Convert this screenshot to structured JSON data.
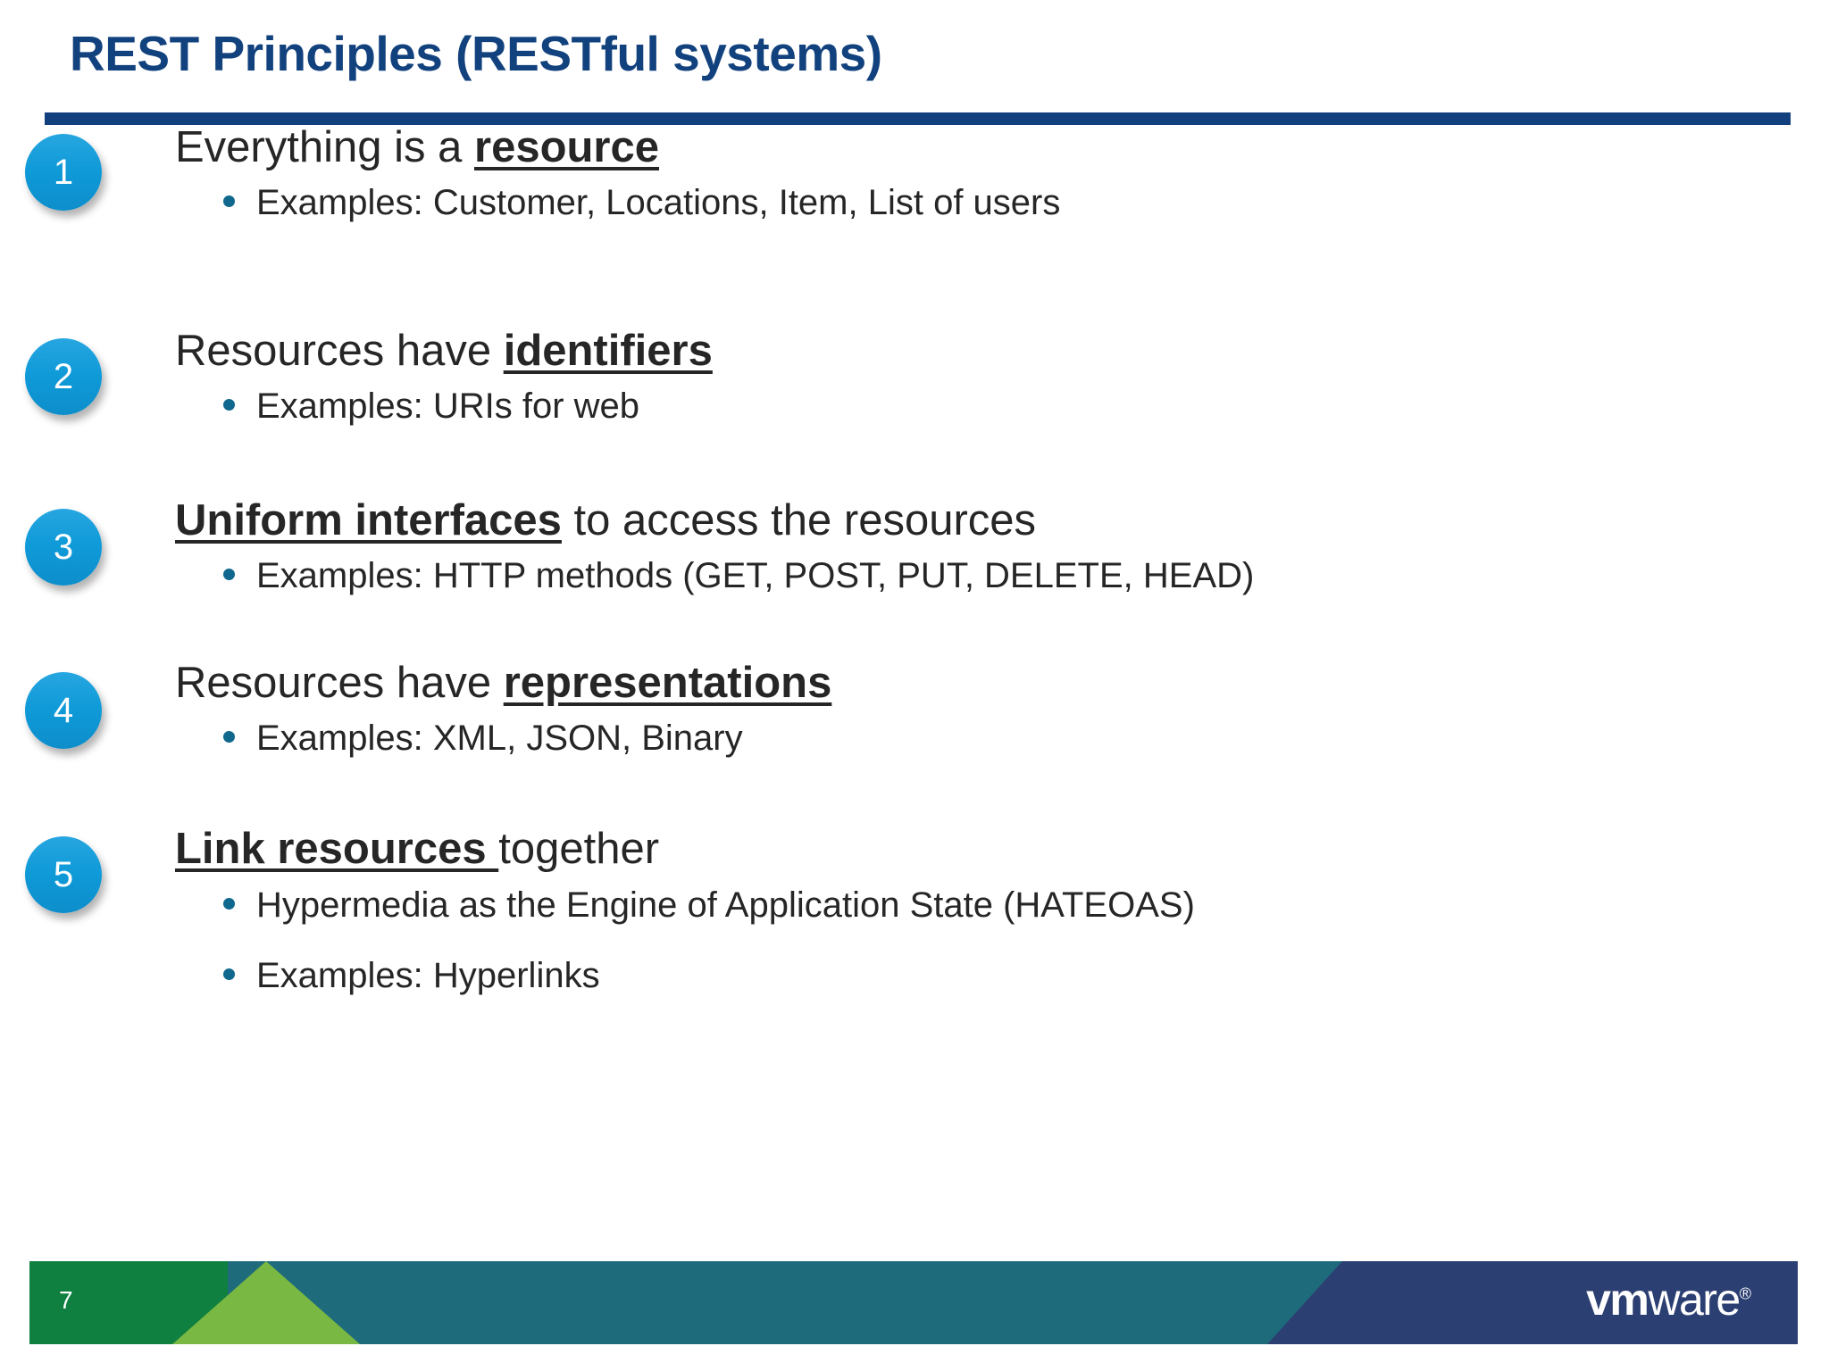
{
  "slide": {
    "title": "REST Principles (RESTful systems)",
    "accent_navy": "#123f7d",
    "accent_blue": "#0f9ad8",
    "bullet_color": "#10688f",
    "text_color": "#262626"
  },
  "principles": [
    {
      "number": "1",
      "headline_before": "Everything is a ",
      "headline_emphasis": "resource",
      "headline_after": "",
      "bullets": [
        "Examples: Customer, Locations, Item, List of users"
      ]
    },
    {
      "number": "2",
      "headline_before": "Resources have ",
      "headline_emphasis": "identifiers",
      "headline_after": "",
      "bullets": [
        "Examples: URIs for web"
      ]
    },
    {
      "number": "3",
      "headline_before": "",
      "headline_emphasis": "Uniform interfaces",
      "headline_after": " to access the resources",
      "bullets": [
        "Examples: HTTP methods (GET, POST, PUT, DELETE, HEAD)"
      ]
    },
    {
      "number": "4",
      "headline_before": "Resources have ",
      "headline_emphasis": "representations",
      "headline_after": "",
      "bullets": [
        "Examples: XML, JSON, Binary"
      ]
    },
    {
      "number": "5",
      "headline_before": "",
      "headline_emphasis": "Link resources ",
      "headline_after": "together",
      "bullets": [
        "Hypermedia as the Engine of Application State (HATEOAS)",
        "Examples: Hyperlinks"
      ]
    }
  ],
  "footer": {
    "page_number": "7",
    "logo_vm": "vm",
    "logo_ware": "ware",
    "logo_registered": "®",
    "green_dark": "#0f8040",
    "green_light": "#79b843",
    "teal": "#1e6b7b",
    "navy": "#2c3f72"
  }
}
